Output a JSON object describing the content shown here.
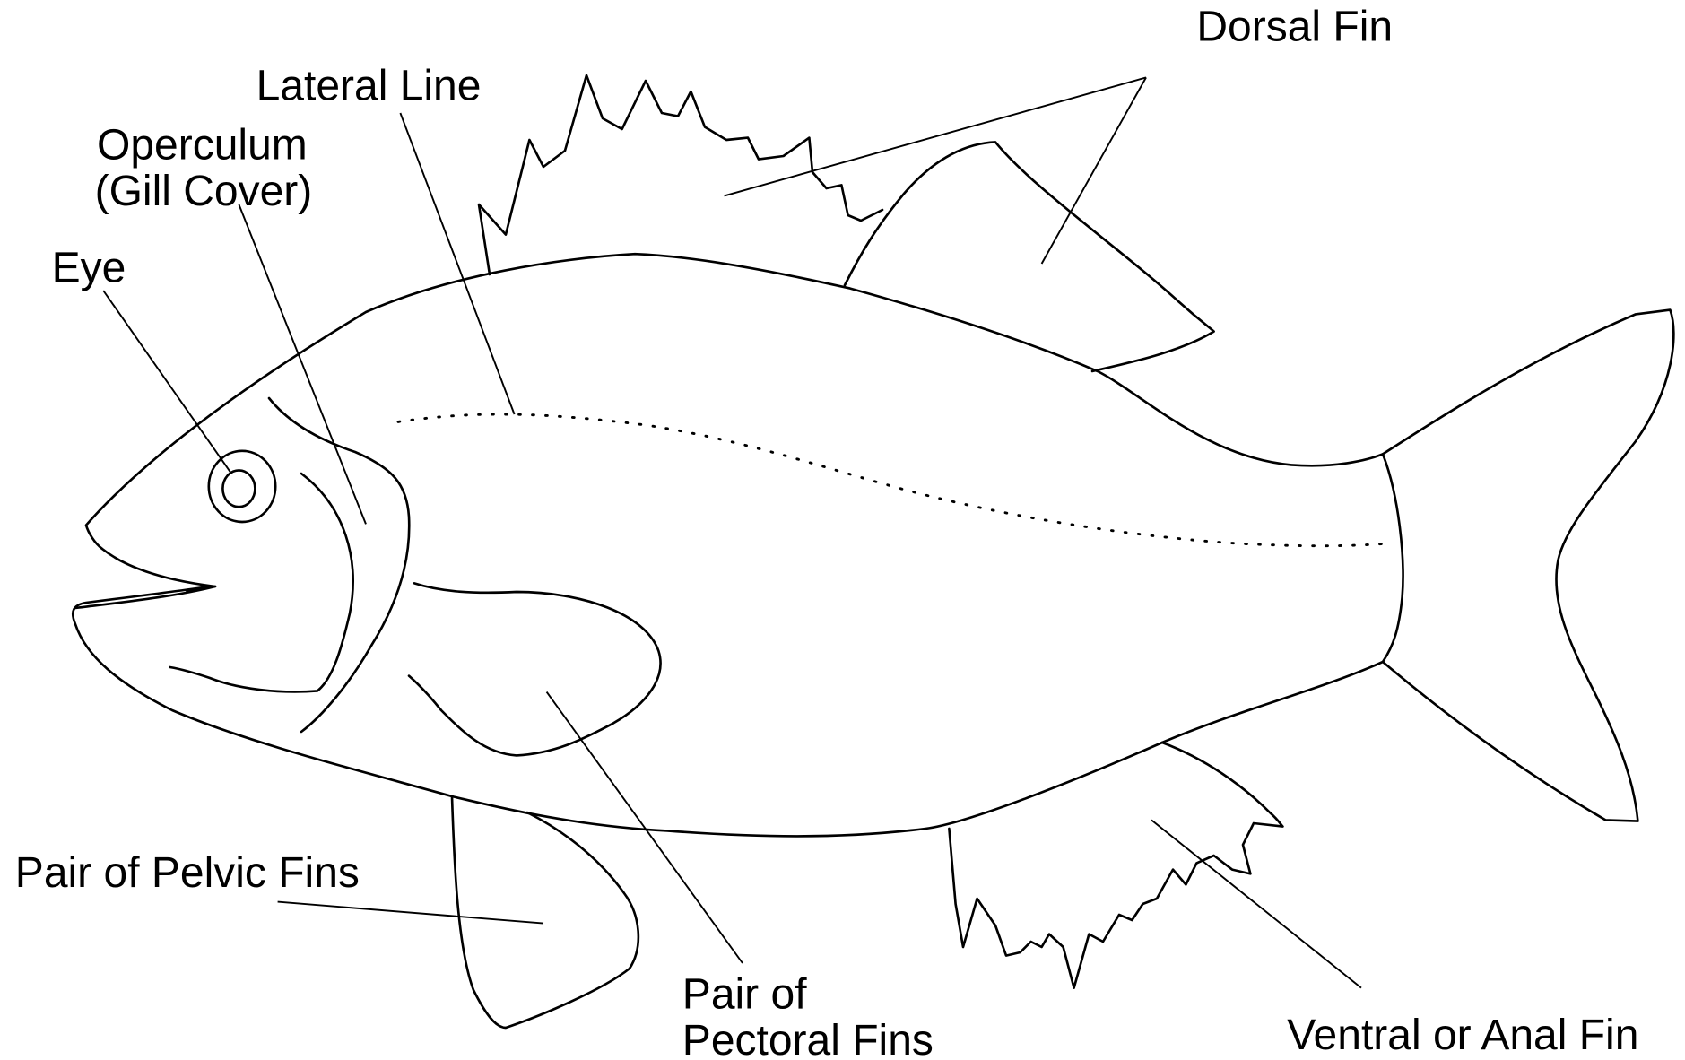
{
  "labels": {
    "dorsal_fin": "Dorsal Fin",
    "lateral_line": "Lateral Line",
    "operculum_line1": "Operculum",
    "operculum_line2": "(Gill Cover)",
    "eye": "Eye",
    "pelvic_fins": "Pair of Pelvic Fins",
    "pectoral_line1": "Pair of",
    "pectoral_line2": "Pectoral Fins",
    "anal_fin": "Ventral or Anal  Fin"
  },
  "colors": {
    "stroke": "#000000",
    "background": "#ffffff"
  }
}
